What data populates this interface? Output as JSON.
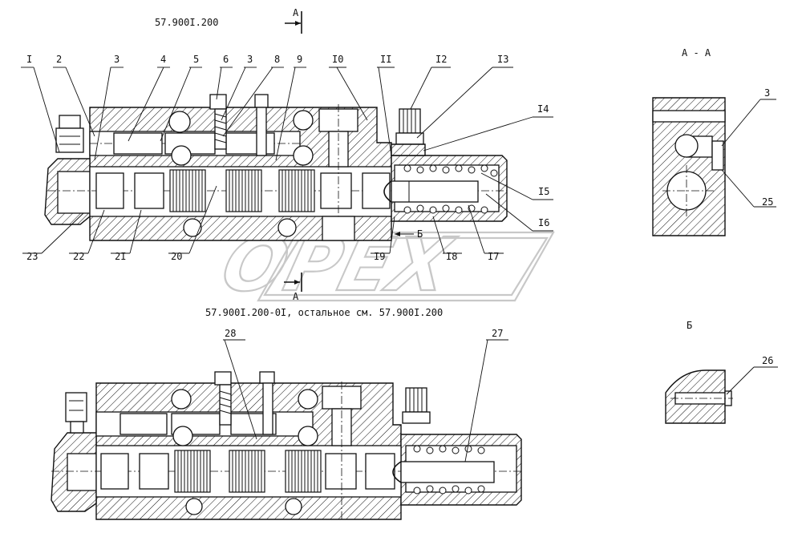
{
  "drawing": {
    "main_title": "57.900I.200",
    "variant_title": "57.900I.200-0I, остальное см. 57.900I.200",
    "section_mark_top": "А",
    "section_mark_bottom": "А",
    "section_view_title": "А - А",
    "detail_view_title": "Б",
    "detail_callout": "Б",
    "watermark_text": "OPEX"
  },
  "callouts_top": [
    "I",
    "2",
    "3",
    "4",
    "5",
    "6",
    "3",
    "8",
    "9",
    "I0",
    "II",
    "I2",
    "I3",
    "I4",
    "I5",
    "I6",
    "I7",
    "I8",
    "I9",
    "20",
    "2I",
    "22",
    "23"
  ],
  "callouts_section": [
    "3",
    "25"
  ],
  "callouts_detail": [
    "26"
  ],
  "callouts_variant": [
    "28",
    "27"
  ]
}
